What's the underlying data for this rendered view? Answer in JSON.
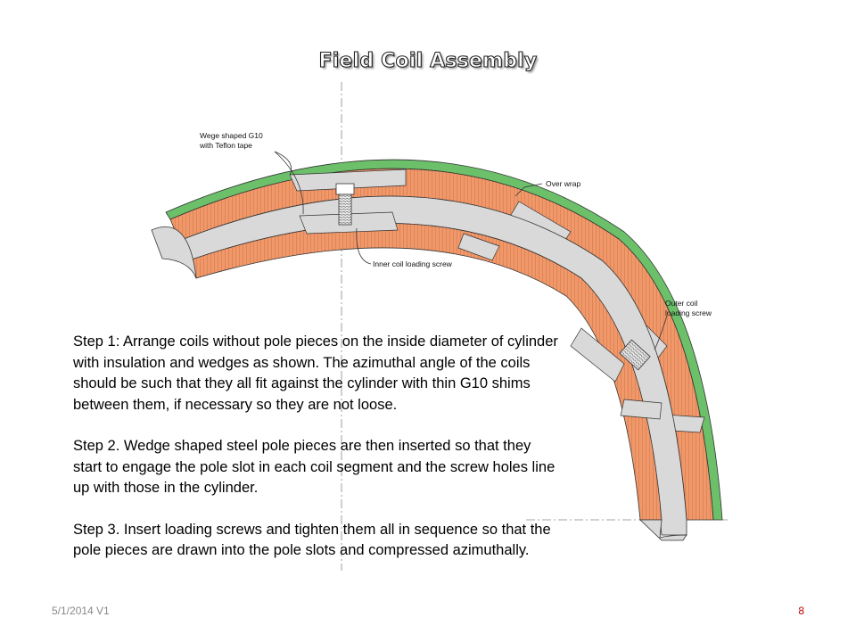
{
  "title": "Field Coil Assembly",
  "callouts": {
    "wedge_line1": "Wege shaped G10",
    "wedge_line2": "with Teflon tape",
    "over_wrap": "Over wrap",
    "inner_screw": "Inner coil loading screw",
    "outer_line1": "Outer coil",
    "outer_line2": "loading screw"
  },
  "steps": {
    "step1": "Step 1: Arrange coils without pole pieces on the inside diameter of cylinder with insulation and wedges as shown. The azimuthal angle of the coils should be such that they all fit against the cylinder with thin G10 shims between them, if necessary so they are not loose.",
    "step2": "Step 2. Wedge shaped steel pole pieces are then inserted so that they start to engage the pole slot in each coil segment and the screw holes line up with those in the cylinder.",
    "step3": "Step 3. Insert loading screws and tighten them all in sequence so that the pole pieces are drawn into the pole slots and compressed azimuthally."
  },
  "footer": {
    "date": "5/1/2014 V1",
    "page": "8"
  },
  "colors": {
    "coil": "#f0986a",
    "overwrap": "#6cc06a",
    "cylinder": "#d9d9d9",
    "outline": "#333333",
    "page_number": "#c00000"
  }
}
